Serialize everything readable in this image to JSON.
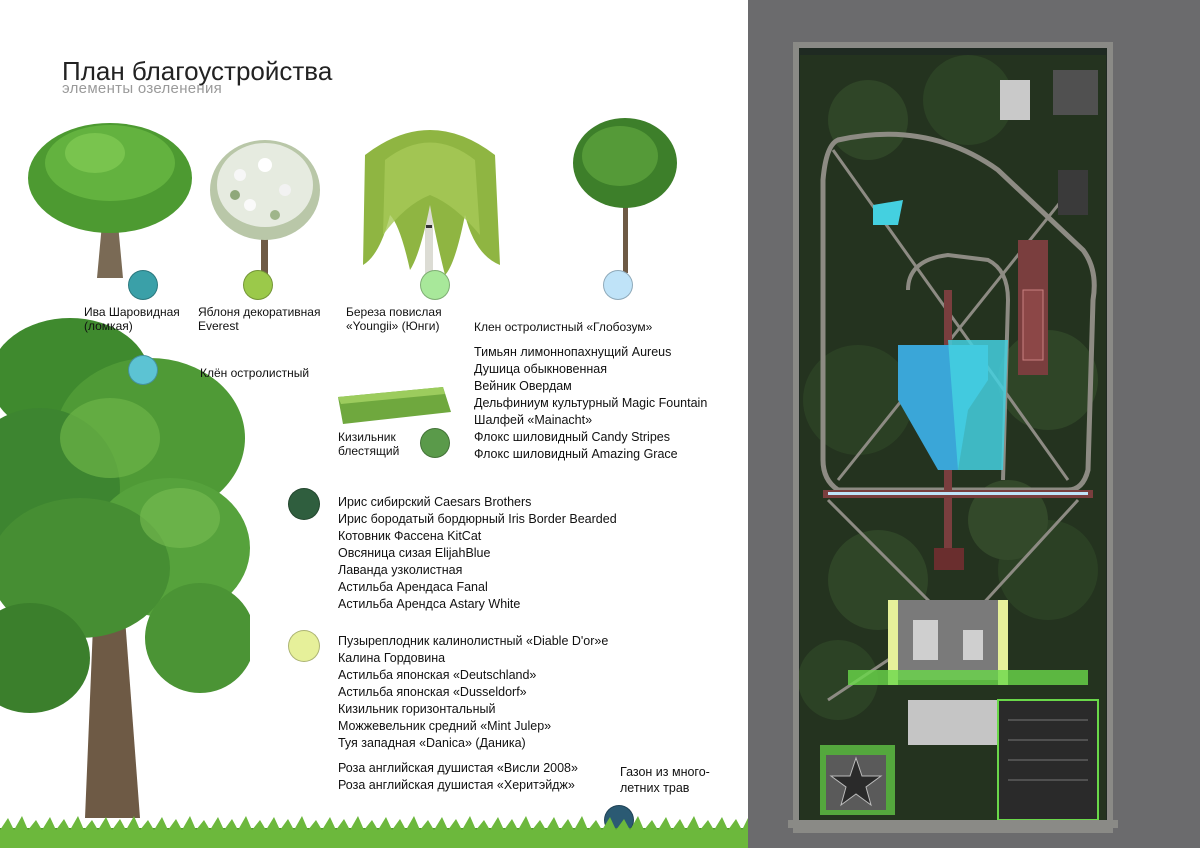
{
  "header": {
    "title": "План благоустройства",
    "subtitle": "элементы озеленения"
  },
  "colors": {
    "willow_dot": "#3aa0a8",
    "apple_dot": "#9bc94a",
    "birch_dot": "#a8e89a",
    "globe_maple_dot": "#bfe3f8",
    "maple_dot": "#5cc3d3",
    "cotoneaster_dot": "#5a9a4a",
    "iris_dot": "#2f5e3e",
    "physocarpus_dot": "#e6f09a",
    "lawn_dot": "#2b5a73",
    "map_background": "#6b6b6d"
  },
  "trees": [
    {
      "label_line1": "Ива Шаровидная",
      "label_line2": "(ломкая)"
    },
    {
      "label_line1": "Яблоня декоративная",
      "label_line2": "Everest"
    },
    {
      "label_line1": "Береза повислая",
      "label_line2": "«Youngii» (Юнги)"
    },
    {
      "label_line1": "Клен остролистный «Глобозум»",
      "label_line2": ""
    }
  ],
  "maple_label": "Клён остролистный",
  "cotoneaster": {
    "line1": "Кизильник",
    "line2": "блестящий"
  },
  "perennials_list": [
    "Тимьян лимоннопахнущий Aureus",
    "Душица обыкновенная",
    "Вейник Овердам",
    "Дельфиниум культурный Magic Fountain",
    "Шалфей «Mainacht»",
    "Флокс шиловидный Candy Stripes",
    "Флокс шиловидный Amazing Grace"
  ],
  "iris_list": [
    "Ирис сибирский Caesars Brothers",
    "Ирис бородатый бордюрный Iris Border Bearded",
    "Котовник Фассена KitCat",
    "Овсяница сизая ElijahBlue",
    "Лаванда узколистная",
    "Астильба Арендаса Fanal",
    "Астильба Арендса Astary White"
  ],
  "shrub_list": [
    "Пузыреплодник калинолистный «Diable D'or»е",
    "Калина Гордовина",
    "Астильба японская «Deutschland»",
    "Астильба японская «Dusseldorf»",
    "Кизильник горизонтальный",
    "Можжевельник средний «Mint Julep»",
    "Туя западная «Danica» (Даника)"
  ],
  "rose_list": [
    "Роза английская душистая «Висли 2008»",
    "Роза английская душистая «Херитэйдж»"
  ],
  "lawn": {
    "line1": "Газон из много-",
    "line2": "летних трав"
  }
}
